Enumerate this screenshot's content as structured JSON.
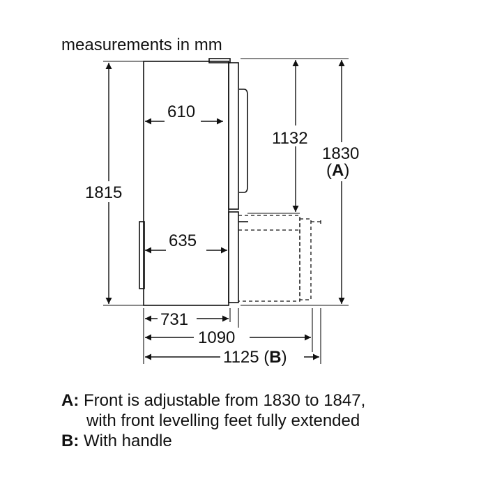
{
  "title": "measurements in mm",
  "dimensions": {
    "depth_top": "610",
    "depth_bottom": "635",
    "height_body": "1815",
    "door_height": "1132",
    "height_front": "1830",
    "height_front_key_open": "(",
    "height_front_key": "A",
    "height_front_key_close": ")",
    "depth_731": "731",
    "depth_open_door": "1090",
    "depth_with_handle_value": "1125 (",
    "depth_with_handle_key": "B",
    "depth_with_handle_close": ")"
  },
  "notes": [
    {
      "key": "A:",
      "lines": [
        "Front is adjustable from 1830 to 1847,",
        "with front levelling feet fully extended"
      ]
    },
    {
      "key": "B:",
      "lines": [
        "With handle"
      ]
    }
  ]
}
